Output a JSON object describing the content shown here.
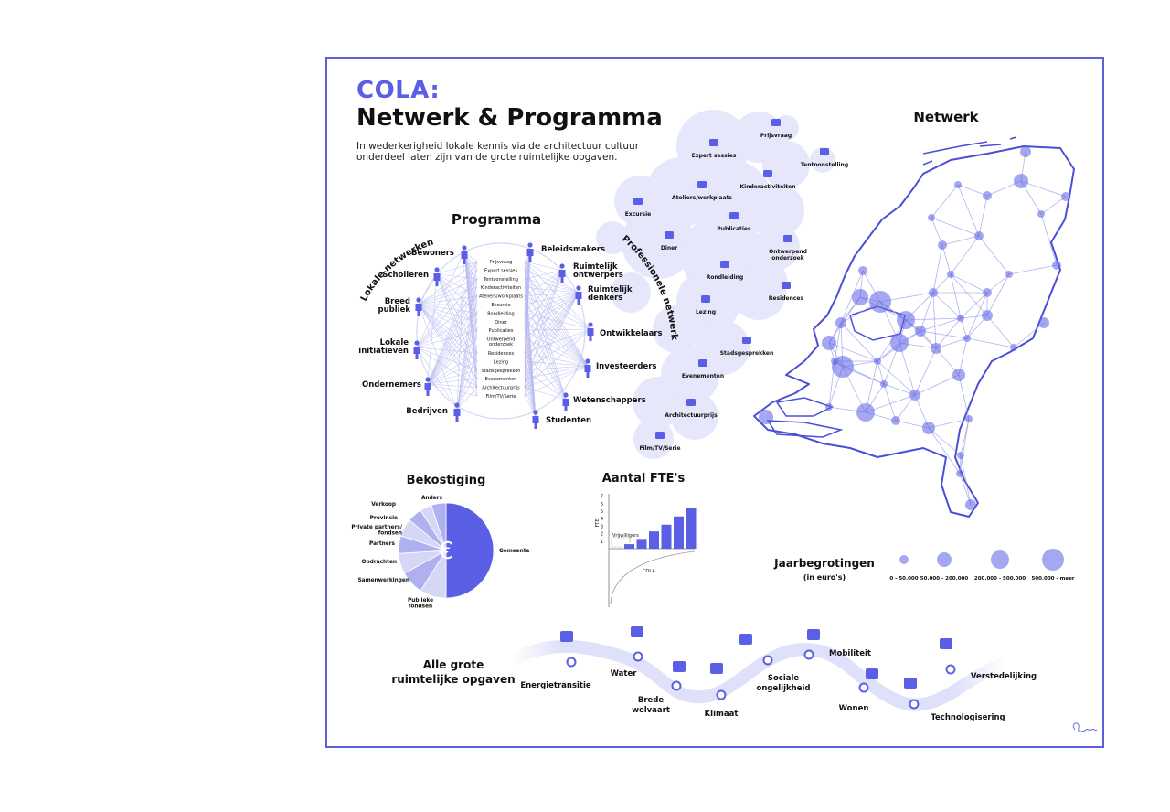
{
  "title": {
    "cola": "COLA:",
    "main": "Netwerk & Programma",
    "intro": "In wederkerigheid lokale kennis via de architectuur cultuur onderdeel laten zijn van de grote ruimtelijke opgaven."
  },
  "programma": {
    "heading": "Programma",
    "left_arc_label": "Lokale netwerken",
    "right_arc_label": "Professionele netwerken",
    "local_actors": [
      "Bewoners",
      "Scholieren",
      "Breed publiek",
      "Lokale initiatieven",
      "Ondernemers",
      "Bedrijven"
    ],
    "professional_actors": [
      "Beleidsmakers",
      "Ruimtelijk ontwerpers",
      "Ruimtelijk denkers",
      "Ontwikkelaars",
      "Investeerders",
      "Wetenschappers",
      "Studenten"
    ],
    "activities": [
      "Prijsvraag",
      "Expert sessies",
      "Tentoonstelling",
      "Kinderactiviteiten",
      "Ateliers/workplaats",
      "Excursie",
      "Rondleiding",
      "Diner",
      "Publicaties",
      "Ontwerpend onderzoek",
      "Residences",
      "Lezing",
      "Stadsgesprekken",
      "Evenementen",
      "Architectuurprijs",
      "Film/TV/Serie"
    ]
  },
  "activity_cloud": {
    "items": [
      "Prijsvraag",
      "Expert sessies",
      "Tentoonstelling",
      "Kinderactiviteiten",
      "Ateliers/werkplaats",
      "Excursie",
      "Publicaties",
      "Diner",
      "Ontwerpend onderzoek",
      "Rondleiding",
      "Residences",
      "Lezing",
      "Stadsgesprekken",
      "Evenementen",
      "Architectuurprijs",
      "Film/TV/Serie"
    ]
  },
  "netwerk": {
    "heading": "Netwerk",
    "legend_title": "Jaarbegrotingen",
    "legend_subtitle": "(in euro's)",
    "legend_items": [
      "0 - 50.000",
      "50.000 - 200.000",
      "200.000 - 500.000",
      "500.000 - meer"
    ]
  },
  "chart_data": [
    {
      "type": "pie",
      "title": "Bekostiging",
      "categories": [
        "Gemeente",
        "Publieke fondsen",
        "Samenwerkingen",
        "Opdrachten",
        "Partners",
        "Private partners/ fondsen",
        "Provincie",
        "Verkoop",
        "Anders"
      ],
      "values": [
        50,
        9,
        8,
        7,
        6,
        6,
        5,
        4,
        5
      ],
      "center_symbol": "€",
      "colors": {
        "main": "#5b5fe6",
        "light": "#c9caf5"
      }
    },
    {
      "type": "bar",
      "title": "Aantal FTE's",
      "ylabel": "FTE",
      "yticks": [
        "1",
        "2",
        "3",
        "4",
        "5",
        "6",
        "7"
      ],
      "ylim": [
        0,
        7
      ],
      "values": [
        0.6,
        1.3,
        2.3,
        3.2,
        4.3,
        5.4
      ],
      "annotations": [
        "Vrijwilligers",
        "COLA"
      ]
    }
  ],
  "opgaven": {
    "heading": "Alle grote ruimtelijke opgaven",
    "items": [
      "Energietransitie",
      "Water",
      "Brede welvaart",
      "Klimaat",
      "Sociale ongelijkheid",
      "Mobiliteit",
      "Wonen",
      "Technologisering",
      "Verstedelijking"
    ]
  },
  "colors": {
    "accent": "#5b5fe6",
    "light": "#dcdcf8",
    "frame": "#5b5fd8"
  }
}
